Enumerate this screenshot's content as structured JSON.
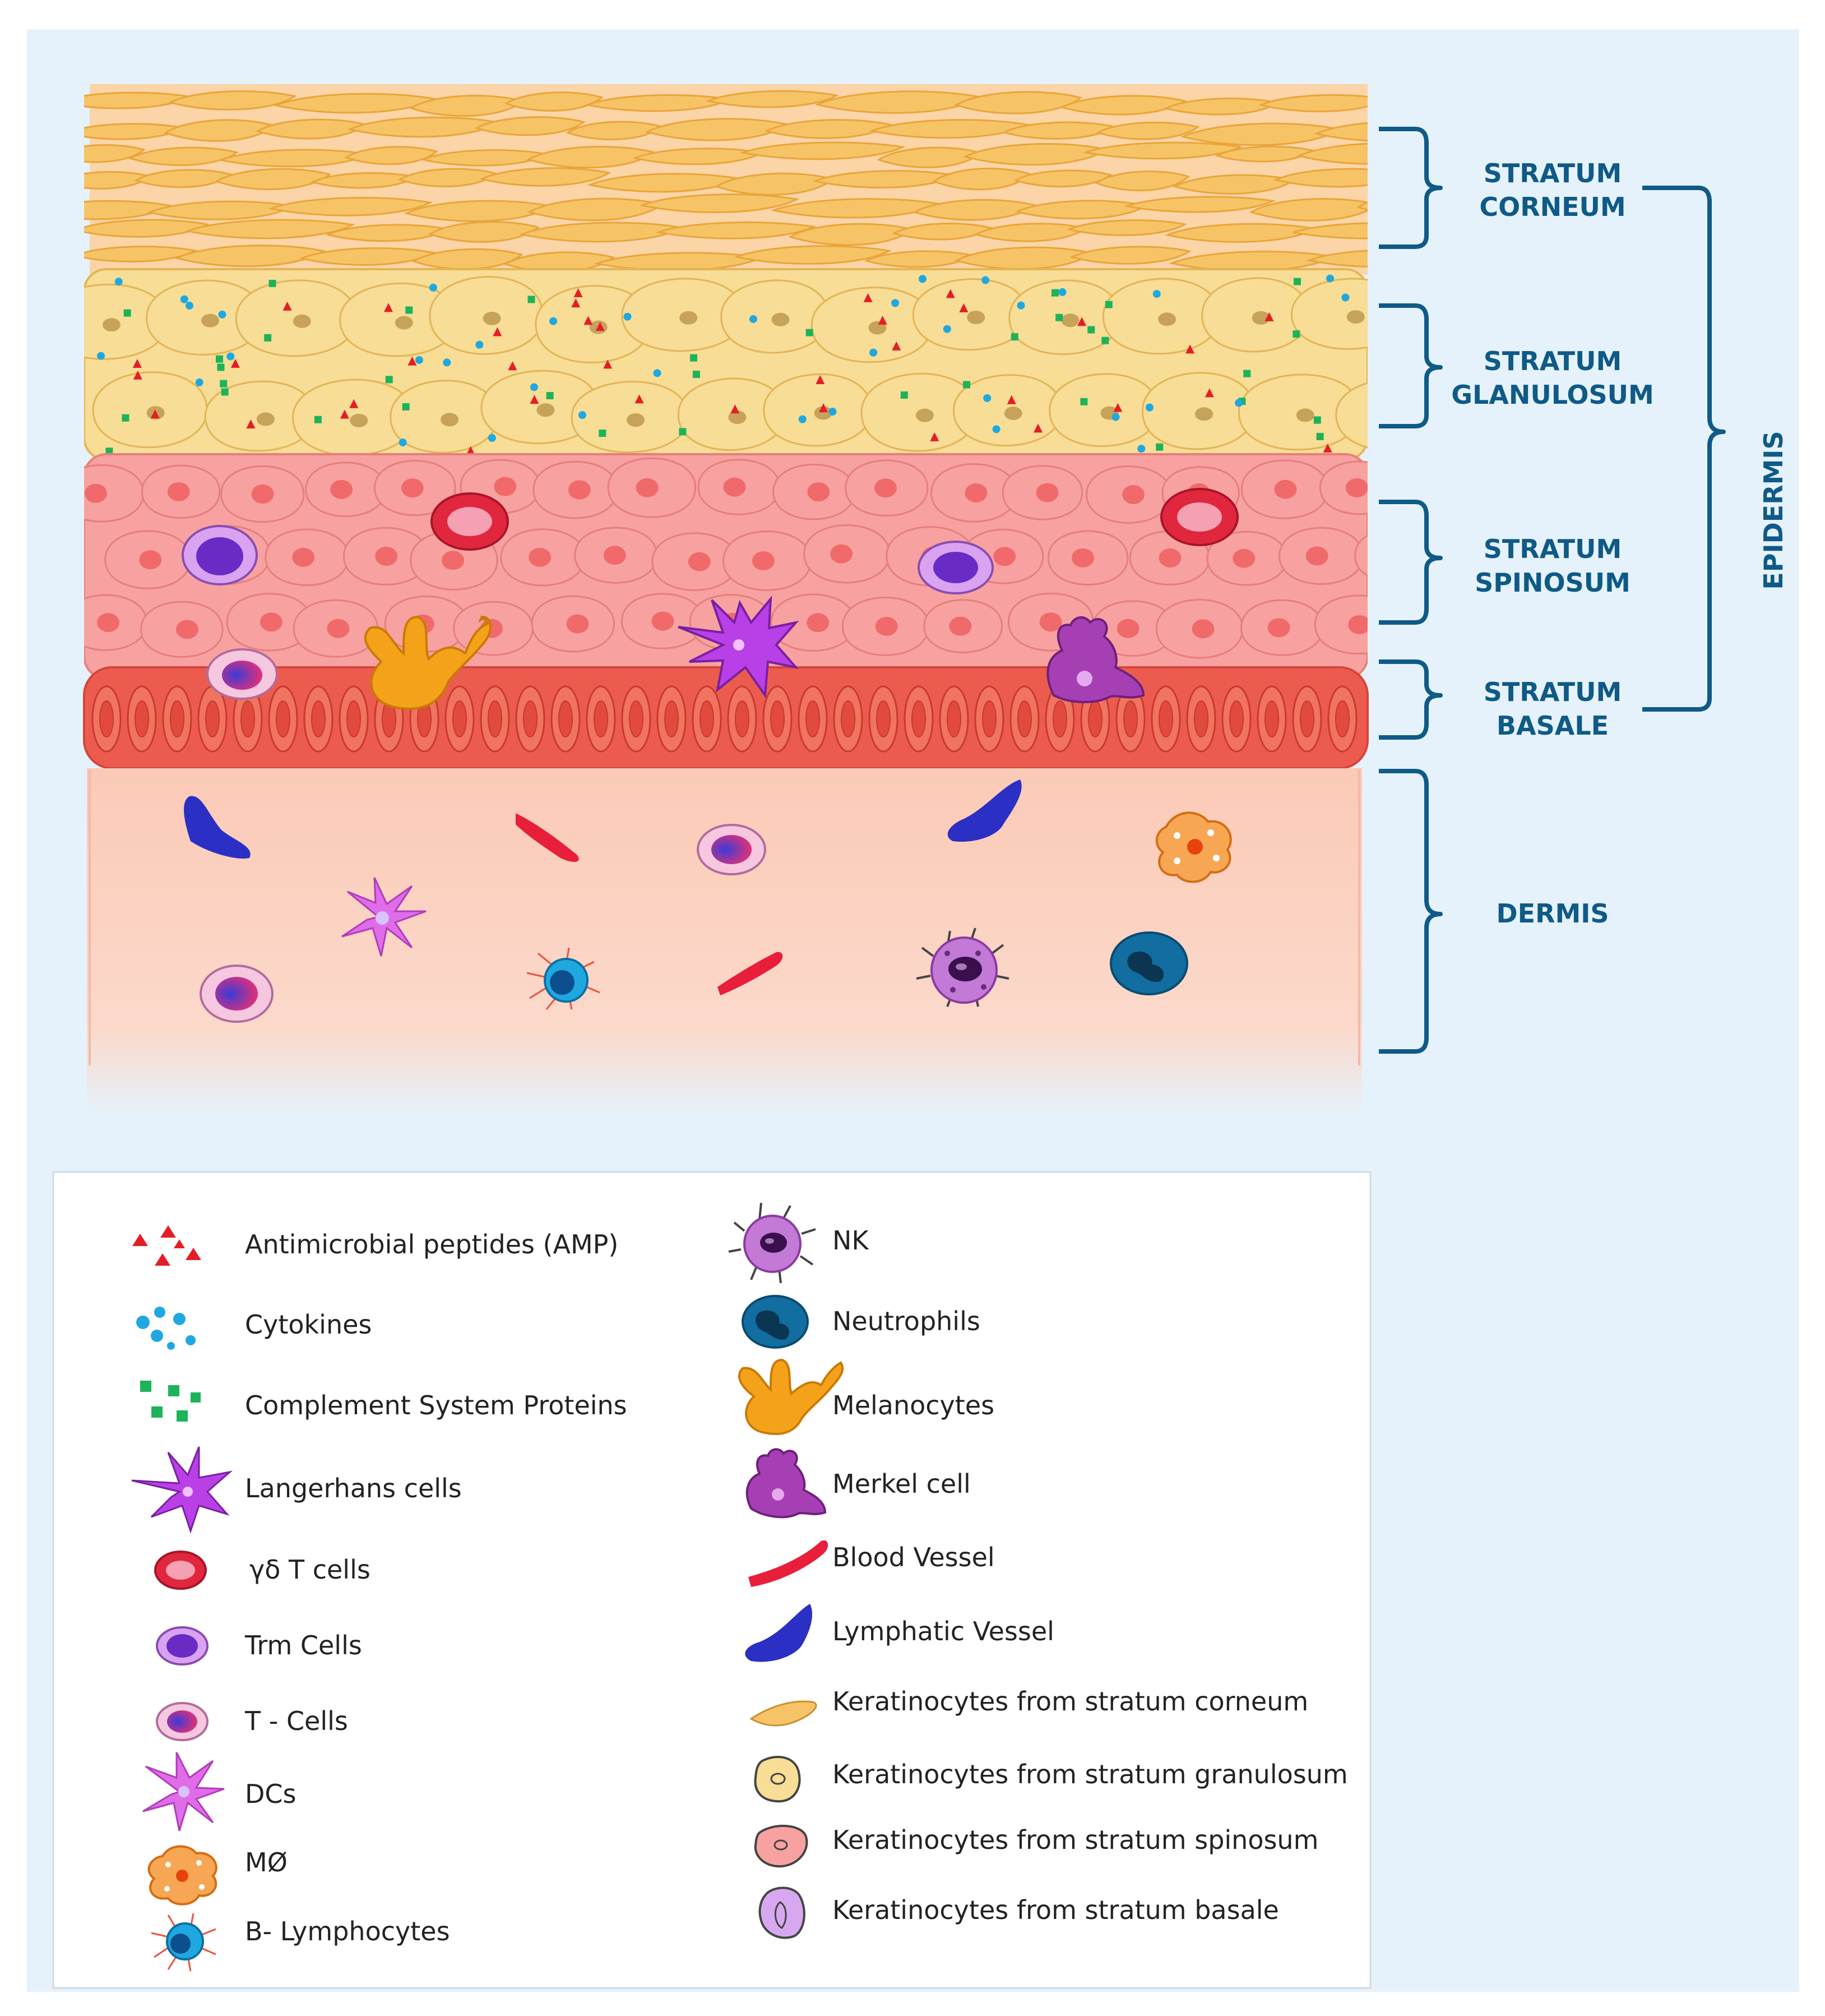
{
  "colors": {
    "background": "#e6f2fb",
    "corneum": "#f6c466",
    "granulosum": "#f7dd95",
    "spinosum": "#f7a2a0",
    "basale": "#eb5c4e",
    "dermis": "#fad3c4",
    "bracket": "#0f5a86",
    "amp": "#e41e26",
    "cytokine": "#1fa8e0",
    "complement": "#1db35a"
  },
  "layers": {
    "stratum_corneum": "STRATUM\nCORNEUM",
    "stratum_granulosum": "STRATUM\nGLANULOSUM",
    "stratum_spinosum": "STRATUM\nSPINOSUM",
    "stratum_basale": "STRATUM\nBASALE",
    "dermis": "DERMIS",
    "epidermis": "EPIDERMIS"
  },
  "legend": {
    "left": [
      {
        "icon": "amp-dots-icon",
        "label": "Antimicrobial peptides (AMP)"
      },
      {
        "icon": "cytokine-dots-icon",
        "label": "Cytokines"
      },
      {
        "icon": "complement-squares-icon",
        "label": "Complement System Proteins"
      },
      {
        "icon": "langerhans-cell-icon",
        "label": "Langerhans cells"
      },
      {
        "icon": "gamma-delta-t-cell-icon",
        "label": "γδ T cells"
      },
      {
        "icon": "trm-cell-icon",
        "label": "Trm Cells"
      },
      {
        "icon": "t-cell-icon",
        "label": "T - Cells"
      },
      {
        "icon": "dendritic-cell-icon",
        "label": "DCs"
      },
      {
        "icon": "macrophage-icon",
        "label": "MØ"
      },
      {
        "icon": "b-lymphocyte-icon",
        "label": "B- Lymphocytes"
      }
    ],
    "right": [
      {
        "icon": "nk-cell-icon",
        "label": "NK"
      },
      {
        "icon": "neutrophil-icon",
        "label": "Neutrophils"
      },
      {
        "icon": "melanocyte-icon",
        "label": "Melanocytes"
      },
      {
        "icon": "merkel-cell-icon",
        "label": "Merkel cell"
      },
      {
        "icon": "blood-vessel-icon",
        "label": "Blood Vessel"
      },
      {
        "icon": "lymphatic-vessel-icon",
        "label": "Lymphatic Vessel"
      },
      {
        "icon": "keratinocyte-corneum-icon",
        "label": "Keratinocytes from stratum corneum"
      },
      {
        "icon": "keratinocyte-granulosum-icon",
        "label": "Keratinocytes from stratum granulosum"
      },
      {
        "icon": "keratinocyte-spinosum-icon",
        "label": "Keratinocytes from stratum spinosum"
      },
      {
        "icon": "keratinocyte-basale-icon",
        "label": "Keratinocytes from stratum basale"
      }
    ]
  }
}
